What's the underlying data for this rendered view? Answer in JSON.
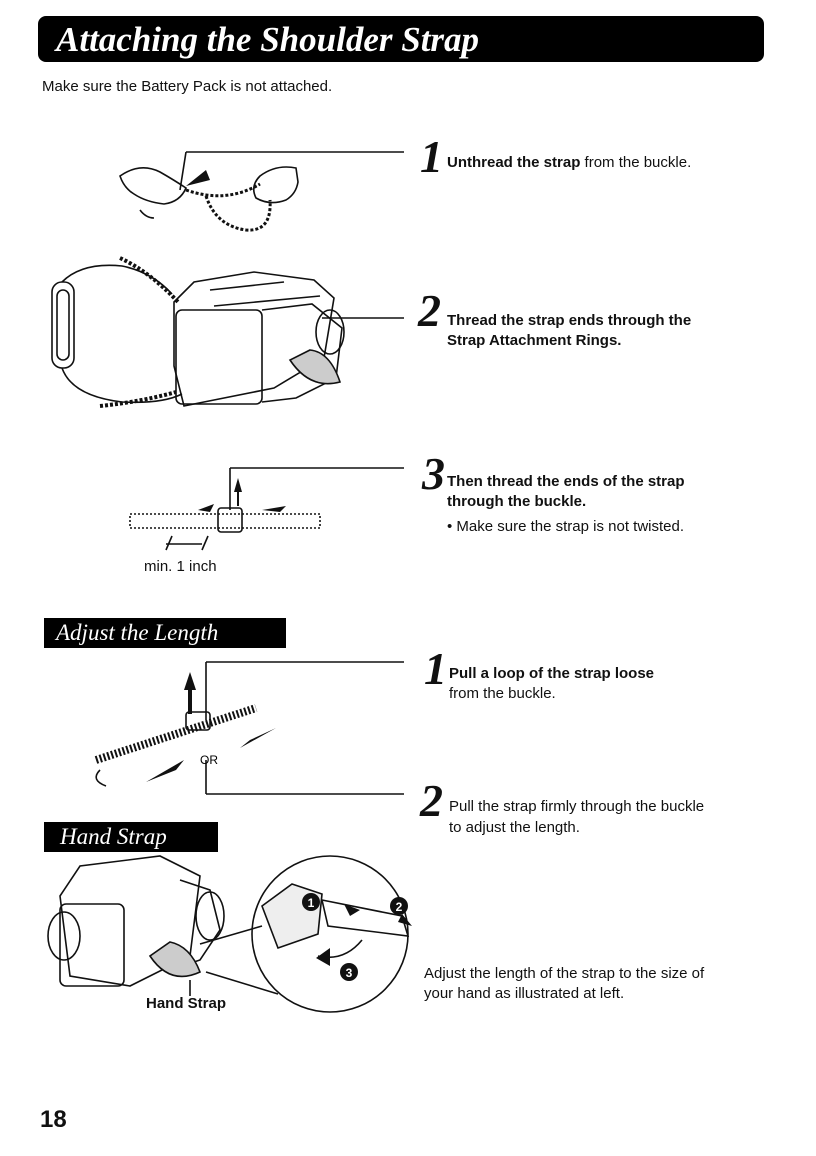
{
  "header": {
    "title": "Attaching the Shoulder Strap"
  },
  "intro": "Make sure the Battery Pack is not attached.",
  "attach_steps": [
    {
      "num": "1",
      "bold": "Unthread the strap",
      "text": " from the buckle."
    },
    {
      "num": "2",
      "bold_line1": "Thread the strap ends through the",
      "bold_line2": "Strap Attachment Rings."
    },
    {
      "num": "3",
      "bold_line1": "Then thread the ends of the strap",
      "bold_line2": "through the buckle.",
      "bullet": "• Make sure the strap is not twisted."
    }
  ],
  "min_label": "min. 1 inch",
  "adjust": {
    "heading": "Adjust the Length",
    "steps": [
      {
        "num": "1",
        "bold": "Pull a loop of the strap loose",
        "line2": "from the buckle."
      },
      {
        "num": "2",
        "line1": "Pull the strap firmly through the buckle",
        "line2": "to adjust the length."
      }
    ],
    "or_label": "OR"
  },
  "hand_strap": {
    "heading": "Hand Strap",
    "label": "Hand Strap",
    "markers": [
      "1",
      "2",
      "3"
    ],
    "text_line1": "Adjust the length of the strap to the size of",
    "text_line2": "your hand as illustrated at left."
  },
  "page_number": "18"
}
